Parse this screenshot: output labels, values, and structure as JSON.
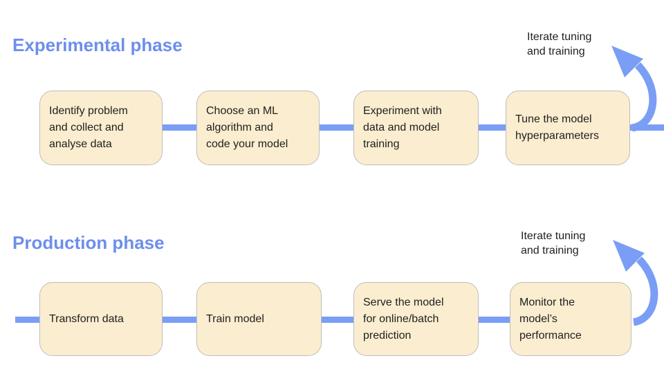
{
  "colors": {
    "heading_blue": "#6d8eec",
    "connector_blue": "#7a9ef5",
    "box_fill": "#fbedcf",
    "box_border": "#bdbdbd",
    "box_text": "#1f1f1f"
  },
  "sections": [
    {
      "title": "Experimental phase",
      "iterate_label": "Iterate tuning and training",
      "steps": [
        "Identify problem and collect and analyse data",
        "Choose an ML algorithm and code your model",
        "Experiment with data and model training",
        "Tune the model hyperparameters"
      ]
    },
    {
      "title": "Production phase",
      "iterate_label": "Iterate tuning and training",
      "steps": [
        "Transform data",
        "Train model",
        "Serve the model for online/batch prediction",
        "Monitor the model’s performance"
      ]
    }
  ]
}
